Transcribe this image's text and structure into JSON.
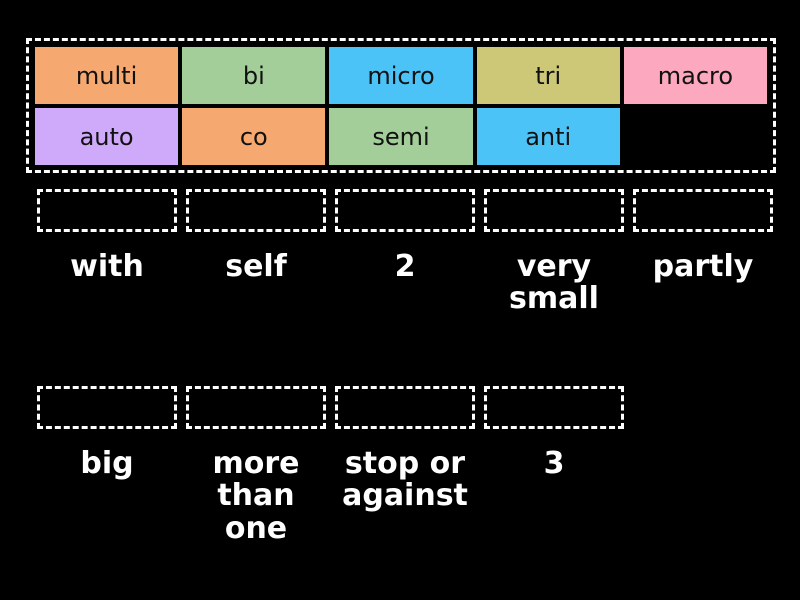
{
  "activity": {
    "type": "match-up-drag-and-drop",
    "background_color": "#000000",
    "text_color": "#ffffff"
  },
  "tile_bank": {
    "name": "prefix-tile-bank",
    "rows": [
      [
        {
          "label": "multi",
          "color": "#f5a970"
        },
        {
          "label": "bi",
          "color": "#a3ce9a"
        },
        {
          "label": "micro",
          "color": "#4cc3f7"
        },
        {
          "label": "tri",
          "color": "#ccc878"
        },
        {
          "label": "macro",
          "color": "#fca8be"
        }
      ],
      [
        {
          "label": "auto",
          "color": "#cfa9fa"
        },
        {
          "label": "co",
          "color": "#f5a970"
        },
        {
          "label": "semi",
          "color": "#a3ce9a"
        },
        {
          "label": "anti",
          "color": "#4cc3f7"
        },
        {
          "label": "",
          "color": "transparent"
        }
      ]
    ]
  },
  "answer_rows": [
    {
      "name": "answer-row-1",
      "slots": [
        {
          "label": "with",
          "placeholder": ""
        },
        {
          "label": "self",
          "placeholder": ""
        },
        {
          "label": "2",
          "placeholder": ""
        },
        {
          "label": "very\nsmall",
          "placeholder": ""
        },
        {
          "label": "partly",
          "placeholder": ""
        }
      ]
    },
    {
      "name": "answer-row-2",
      "slots": [
        {
          "label": "big",
          "placeholder": ""
        },
        {
          "label": "more\nthan\none",
          "placeholder": ""
        },
        {
          "label": "stop or\nagainst",
          "placeholder": ""
        },
        {
          "label": "3",
          "placeholder": ""
        }
      ]
    }
  ]
}
